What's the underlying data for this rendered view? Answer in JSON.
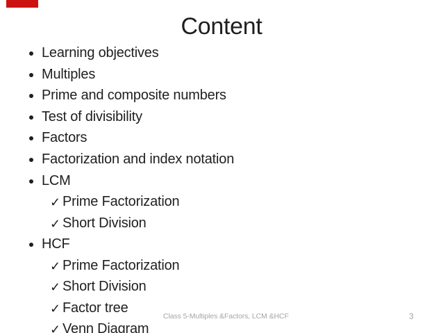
{
  "slide": {
    "title": "Content",
    "bullet_glyph": "•",
    "check_glyph": "✓",
    "items": [
      {
        "level": 1,
        "text": "Learning objectives"
      },
      {
        "level": 1,
        "text": "Multiples"
      },
      {
        "level": 1,
        "text": "Prime and composite numbers"
      },
      {
        "level": 1,
        "text": "Test of divisibility"
      },
      {
        "level": 1,
        "text": "Factors"
      },
      {
        "level": 1,
        "text": "Factorization and index notation"
      },
      {
        "level": 1,
        "text": "LCM"
      },
      {
        "level": 2,
        "text": "Prime Factorization"
      },
      {
        "level": 2,
        "text": "Short Division"
      },
      {
        "level": 1,
        "text": "HCF"
      },
      {
        "level": 2,
        "text": "Prime Factorization"
      },
      {
        "level": 2,
        "text": "Short Division"
      },
      {
        "level": 2,
        "text": "Factor tree"
      },
      {
        "level": 2,
        "text": "Venn Diagram"
      }
    ]
  },
  "footer": {
    "text": "Class 5-Multiples &Factors, LCM &HCF",
    "page_number": "3"
  },
  "colors": {
    "background": "#ffffff",
    "text": "#1f1f1f",
    "muted": "#a5a5a5",
    "accent_red": "#cc1111"
  }
}
